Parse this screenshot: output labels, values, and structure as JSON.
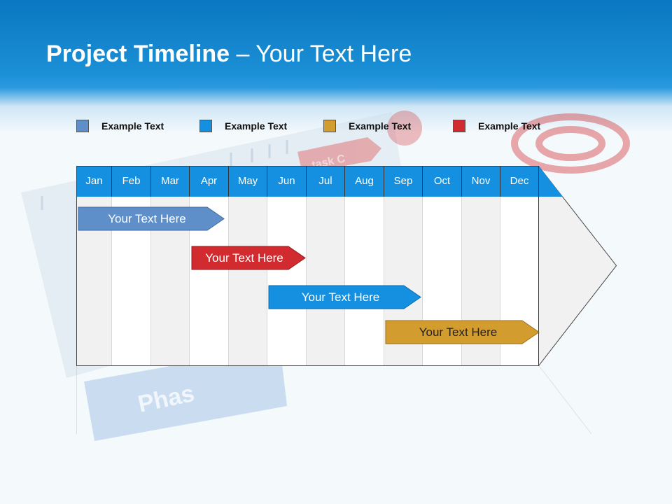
{
  "title": {
    "bold": "Project Timeline",
    "rest": " – Your Text Here"
  },
  "legend": [
    {
      "label": "Example Text",
      "color": "#5f8fc9"
    },
    {
      "label": "Example Text",
      "color": "#1590e0"
    },
    {
      "label": "Example Text",
      "color": "#d29d2e"
    },
    {
      "label": "Example Text",
      "color": "#d12a2f"
    }
  ],
  "months": [
    "Jan",
    "Feb",
    "Mar",
    "Apr",
    "May",
    "Jun",
    "Jul",
    "Aug",
    "Sep",
    "Oct",
    "Nov",
    "Dec"
  ],
  "tasks": [
    {
      "label": "Your  Text Here",
      "color": "#5f8fc9"
    },
    {
      "label": "Your  Text Here",
      "color": "#d12a2f"
    },
    {
      "label": "Your  Text Here",
      "color": "#1590e0"
    },
    {
      "label": "Your  Text Here",
      "color": "#d29d2e"
    }
  ],
  "background": {
    "task_sign_text": "task C",
    "phase_text": "Phas"
  },
  "colors": {
    "header_blue": "#0a78c2",
    "month_bar": "#1590e0"
  }
}
